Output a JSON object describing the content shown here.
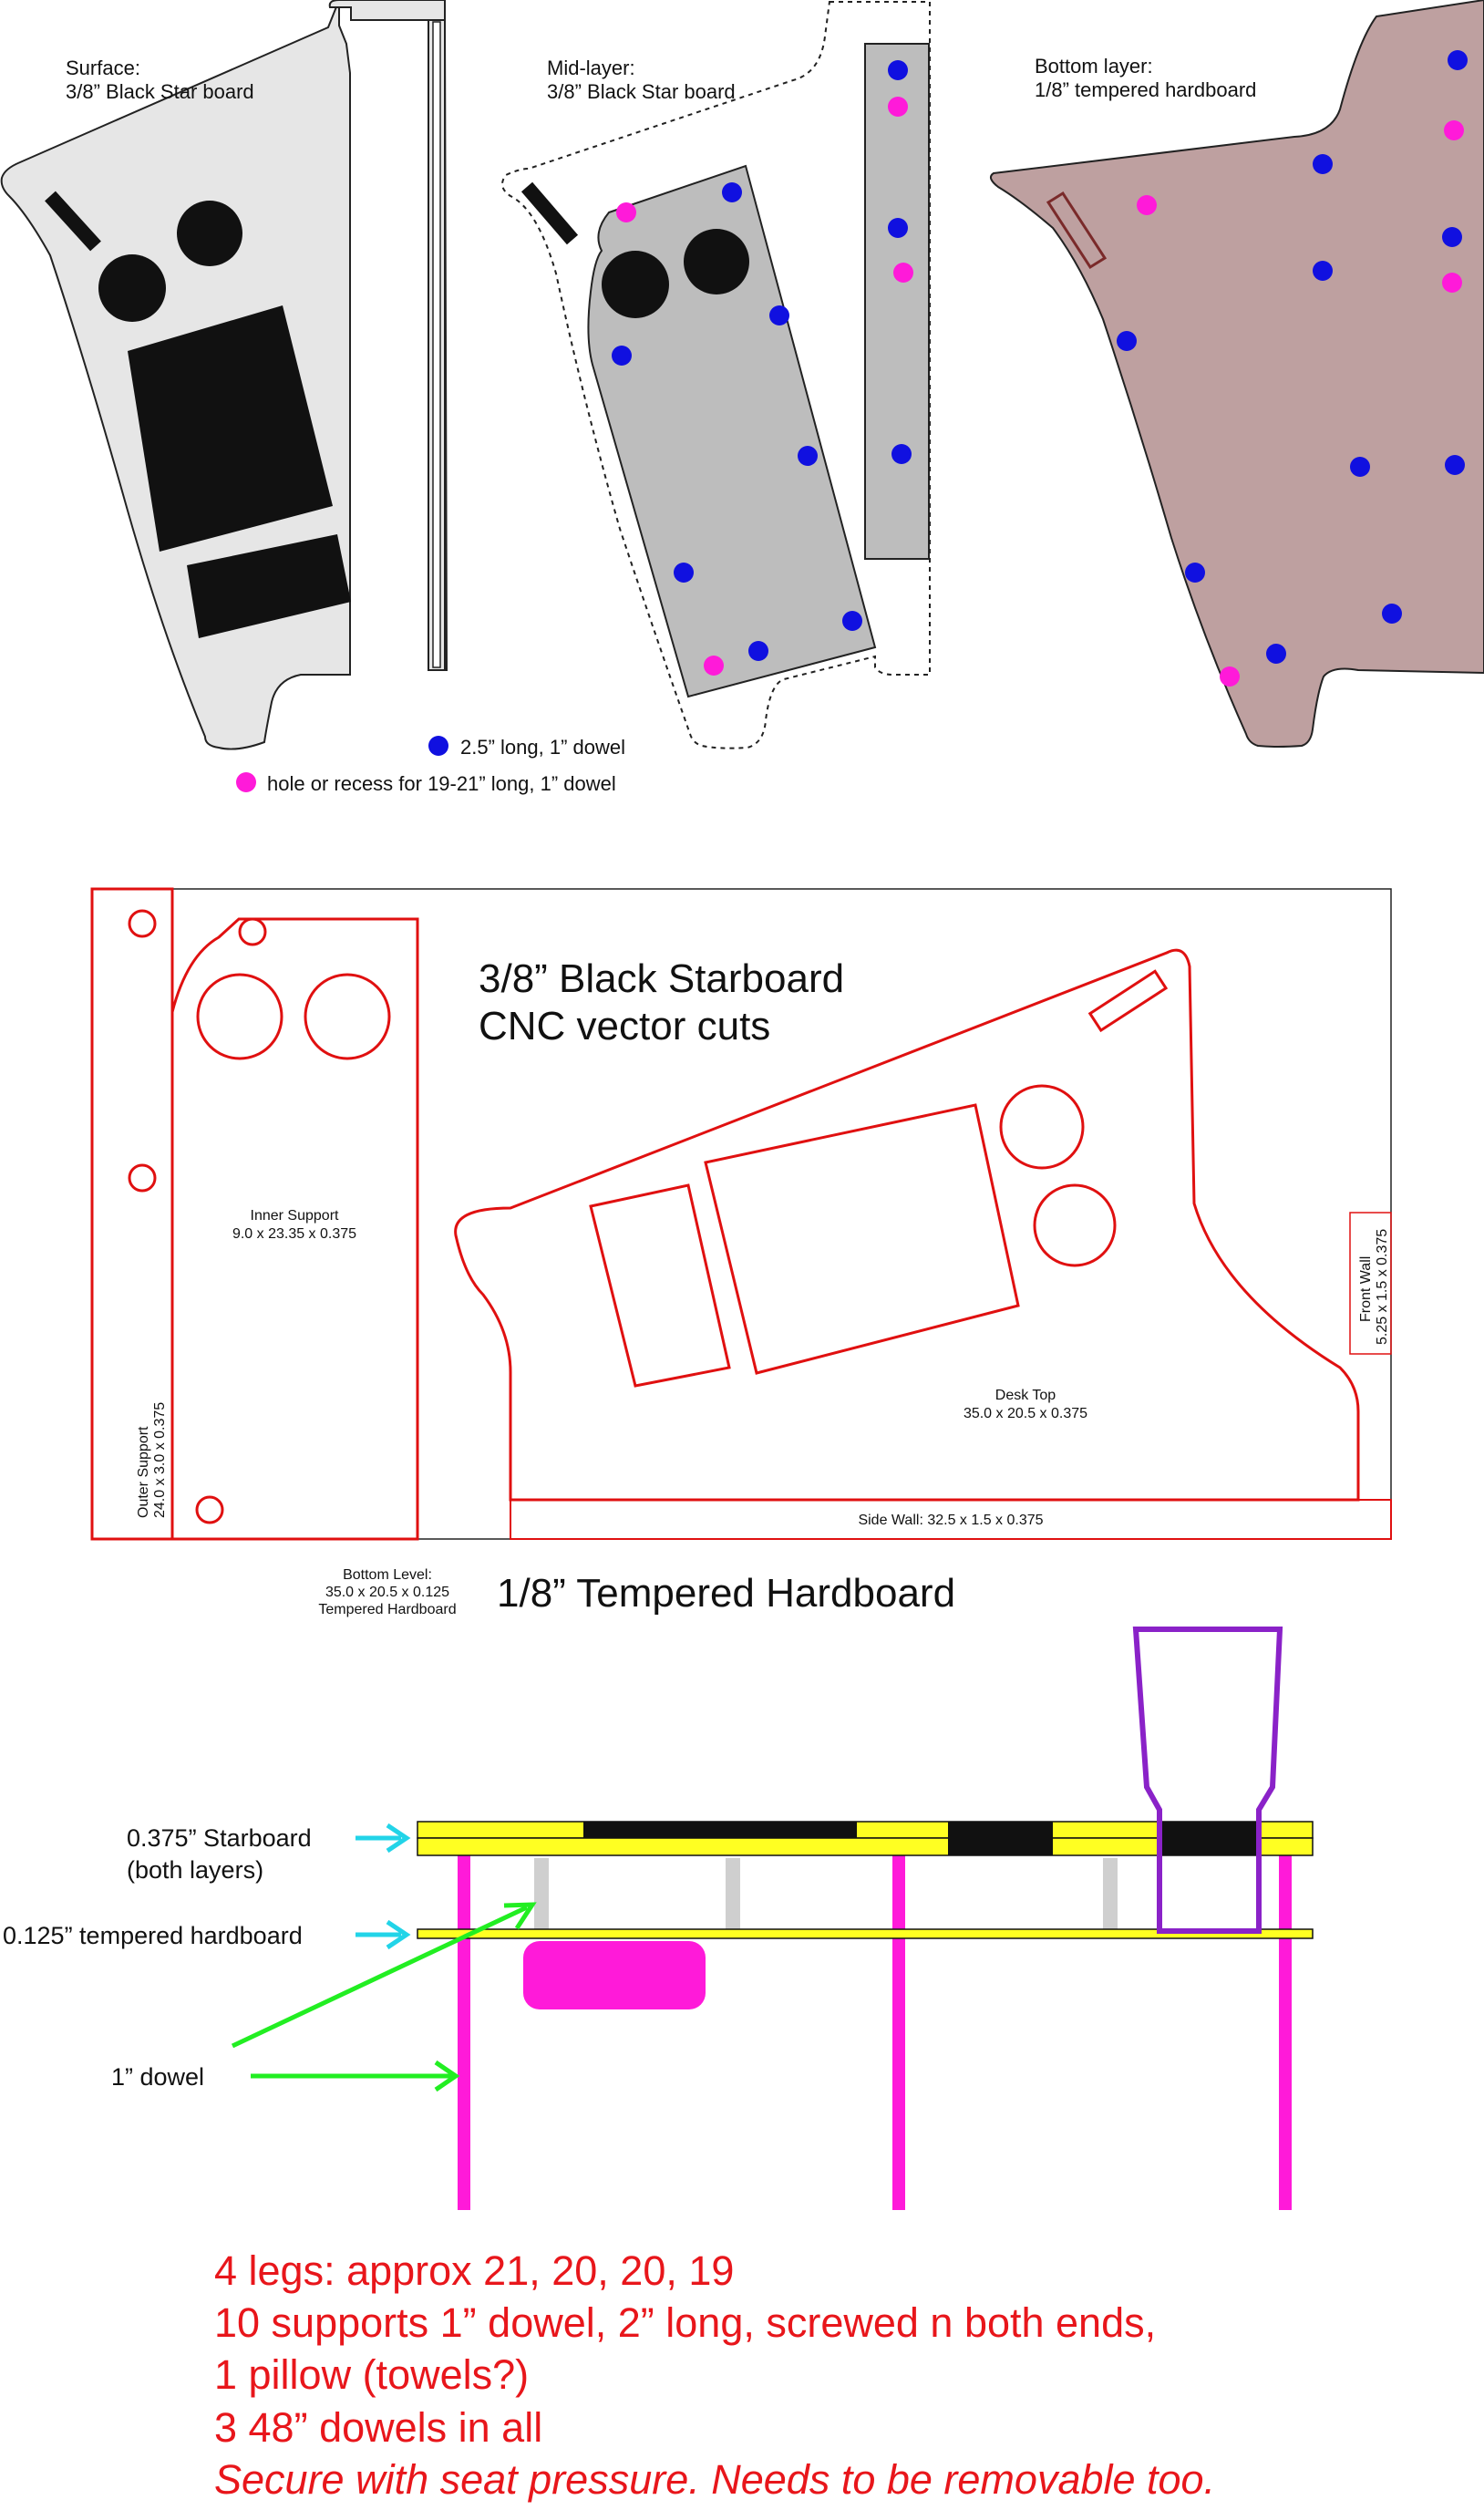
{
  "panels": [
    {
      "title": "Surface:",
      "subtitle": "3/8” Black Star board"
    },
    {
      "title": "Mid-layer:",
      "subtitle": "3/8” Black Star board"
    },
    {
      "title": "Bottom layer:",
      "subtitle": "1/8” tempered hardboard"
    }
  ],
  "legend": {
    "blue": "2.5” long, 1” dowel",
    "magenta": "hole or recess for 19-21” long, 1” dowel",
    "blue_color": "#1010e0",
    "magenta_color": "#ff1ad9"
  },
  "cnc": {
    "title": "3/8” Black Starboard",
    "subtitle": "CNC vector cuts",
    "inner_support": {
      "name": "Inner Support",
      "dims": "9.0 x 23.35 x 0.375"
    },
    "outer_support": {
      "name": "Outer Support",
      "dims": "24.0 x 3.0 x 0.375"
    },
    "desk_top": {
      "name": "Desk Top",
      "dims": "35.0 x 20.5 x 0.375"
    },
    "front_wall": {
      "name": "Front Wall",
      "dims": "5.25 x 1.5 x 0.375"
    },
    "side_wall": "Side Wall:  32.5 x 1.5 x 0.375",
    "bottom_level": {
      "line1": "Bottom Level:",
      "line2": "35.0 x 20.5 x 0.125",
      "line3": "Tempered Hardboard"
    },
    "hardboard_title": "1/8” Tempered Hardboard",
    "cut_color": "#e01010"
  },
  "side_view": {
    "starboard_label": "0.375” Starboard",
    "starboard_label2": "(both layers)",
    "hardboard_label": "0.125” tempered hardboard",
    "dowel_label": "1” dowel"
  },
  "notes": [
    "4 legs:  approx 21, 20, 20, 19",
    "10 supports 1” dowel, 2” long, screwed n both ends,",
    "1 pillow (towels?)",
    "3 48” dowels in all",
    "Secure with seat pressure.  Needs to be removable too."
  ]
}
